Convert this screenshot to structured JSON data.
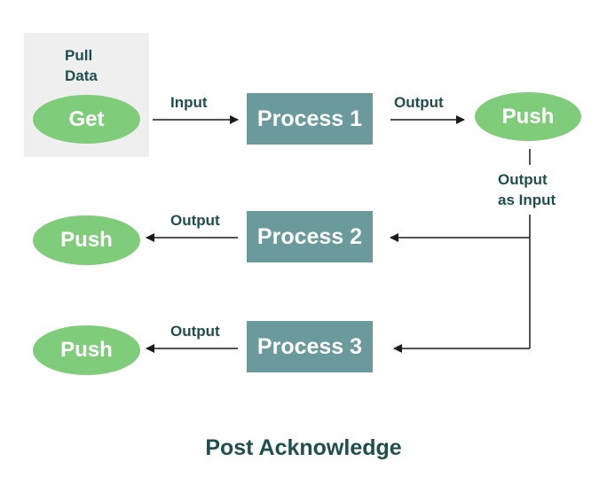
{
  "pull_data_label": "Pull\nData",
  "nodes": {
    "get": "Get",
    "push_top": "Push",
    "process1": "Process 1",
    "process2": "Process 2",
    "process3": "Process 3",
    "push_mid": "Push",
    "push_bottom": "Push"
  },
  "edge_labels": {
    "input": "Input",
    "output1": "Output",
    "output_as_input": "Output\nas Input",
    "output2": "Output",
    "output3": "Output"
  },
  "title": "Post Acknowledge",
  "colors": {
    "node_green": "#7fcc7b",
    "process_teal": "#6a9a9b",
    "text_dark_teal": "#1f4e4f",
    "grey_panel": "#efefef"
  }
}
